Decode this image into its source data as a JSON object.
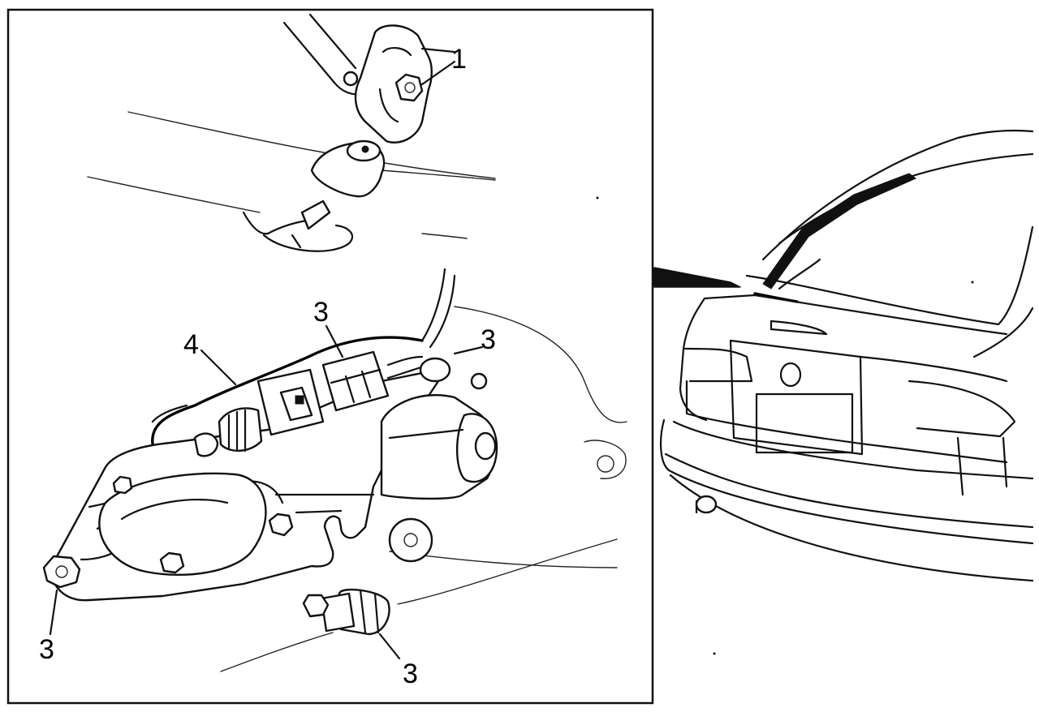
{
  "callouts": {
    "c1": "1",
    "c3_a": "3",
    "c3_b": "3",
    "c3_c": "3",
    "c3_d": "3",
    "c4": "4"
  }
}
